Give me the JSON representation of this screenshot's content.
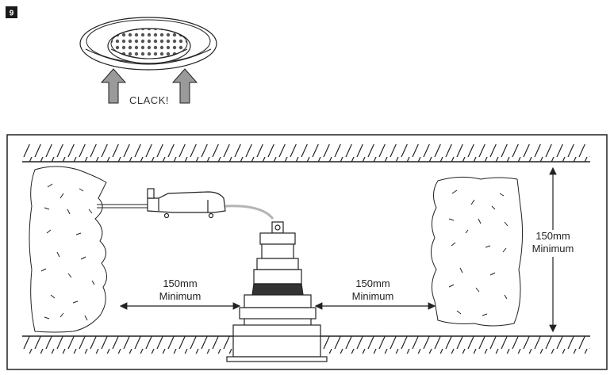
{
  "step": {
    "number": "9"
  },
  "top_figure": {
    "caption": "CLACK!"
  },
  "clearances": {
    "left": {
      "line1": "150mm",
      "line2": "Minimum"
    },
    "right": {
      "line1": "150mm",
      "line2": "Minimum"
    },
    "vertical": {
      "line1": "150mm",
      "line2": "Minimum"
    }
  },
  "colors": {
    "line": "#222222",
    "arrow_fill": "#9a9a9a",
    "cable": "#b4b4b4",
    "badge": "#1a1a1a"
  }
}
